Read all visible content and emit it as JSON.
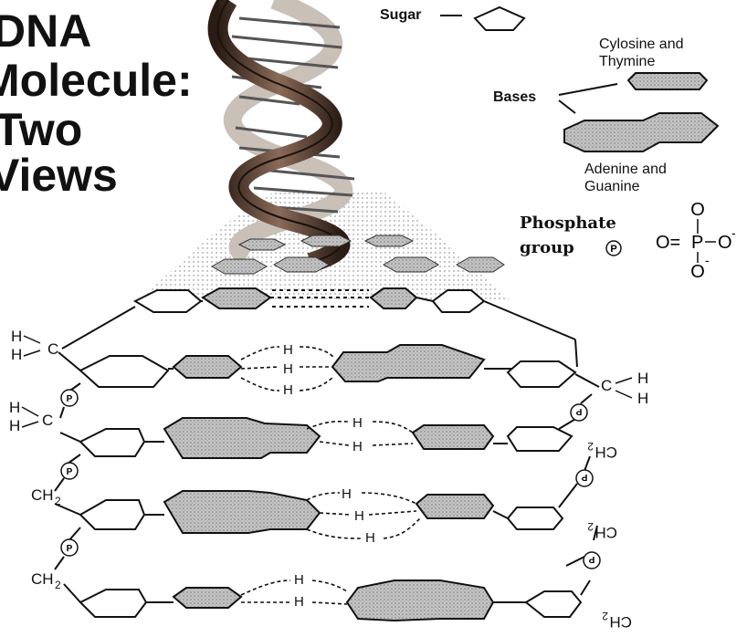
{
  "title": {
    "lines": [
      "DNA",
      "Molecule:",
      "Two",
      "Views"
    ]
  },
  "legend": {
    "sugar": "Sugar",
    "cytosine_thymine": [
      "Cylosine and",
      "Thymine"
    ],
    "bases": "Bases",
    "adenine_guanine": [
      "Adenine and",
      "Guanine"
    ],
    "phosphate": [
      "Phosphate",
      "group"
    ],
    "phosphate_symbol": "P",
    "formula": {
      "o_top": "O",
      "o_left": "O=",
      "p": "P",
      "o_right": "O",
      "charge": "-",
      "o_bottom": "O",
      "charge_bottom": "-"
    }
  },
  "molecule": {
    "h": "H",
    "c": "C",
    "ch2": "CH",
    "sub2": "2",
    "p": "P"
  },
  "colors": {
    "ink": "#111111",
    "base_fill": "#b0b0b0",
    "base_dark": "#8a8a8a",
    "helix_dark": "#3a2a20",
    "helix_light": "#c9c0b8"
  }
}
